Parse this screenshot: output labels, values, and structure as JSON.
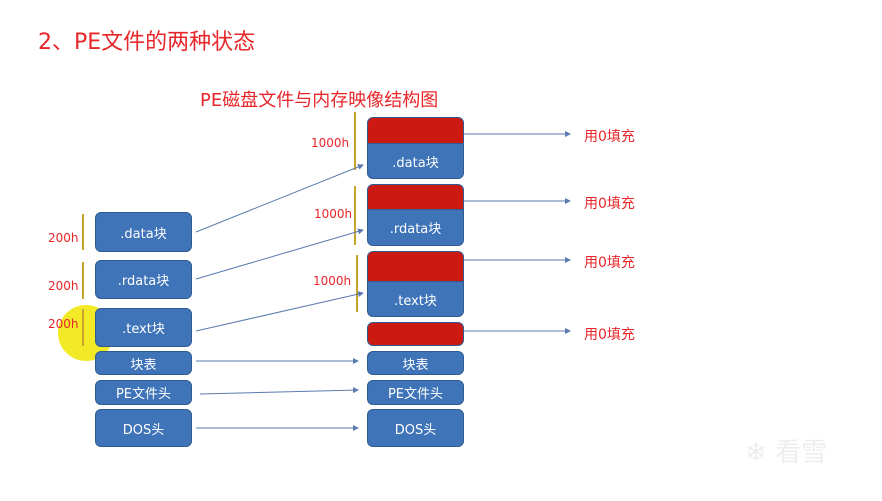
{
  "title": "2、PE文件的两种状态",
  "subtitle": "PE磁盘文件与内存映像结构图",
  "disk": {
    "data": ".data块",
    "rdata": ".rdata块",
    "text": ".text块",
    "section_table": "块表",
    "pe_header": "PE文件头",
    "dos_header": "DOS头",
    "sizes": [
      "200h",
      "200h",
      "200h"
    ]
  },
  "memory": {
    "data": ".data块",
    "rdata": ".rdata块",
    "text": ".text块",
    "section_table": "块表",
    "pe_header": "PE文件头",
    "dos_header": "DOS头",
    "sizes": [
      "1000h",
      "1000h",
      "1000h"
    ]
  },
  "padding_label": "用0填充",
  "watermark": "看雪",
  "colors": {
    "block": "#3f74b9",
    "padding": "#cc1a12",
    "text": "#e8262a"
  }
}
